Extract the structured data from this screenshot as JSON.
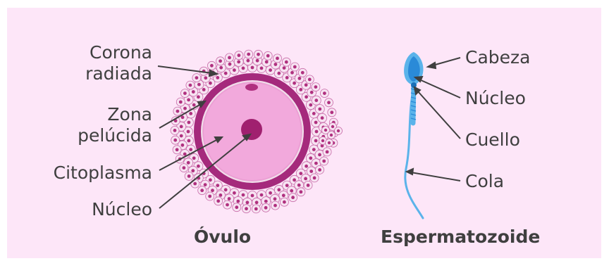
{
  "colors": {
    "background": "#fde6f8",
    "cell_border": "#9c2a7a",
    "follicle_cell": "#f7e3f2",
    "follicle_nucleus": "#b0307f",
    "cytoplasm": "#f3a8dc",
    "egg_nucleus": "#a0206f",
    "sperm_blue": "#5bb3ea",
    "sperm_head_dark": "#2a8ad8",
    "text": "#3f3f3f"
  },
  "ovulo": {
    "title": "Óvulo",
    "labels": {
      "corona": "Corona\nradiada",
      "zona": "Zona\npelúcida",
      "citoplasma": "Citoplasma",
      "nucleo": "Núcleo"
    }
  },
  "espermatozoide": {
    "title": "Espermatozoide",
    "labels": {
      "cabeza": "Cabeza",
      "nucleo": "Núcleo",
      "cuello": "Cuello",
      "cola": "Cola"
    }
  }
}
